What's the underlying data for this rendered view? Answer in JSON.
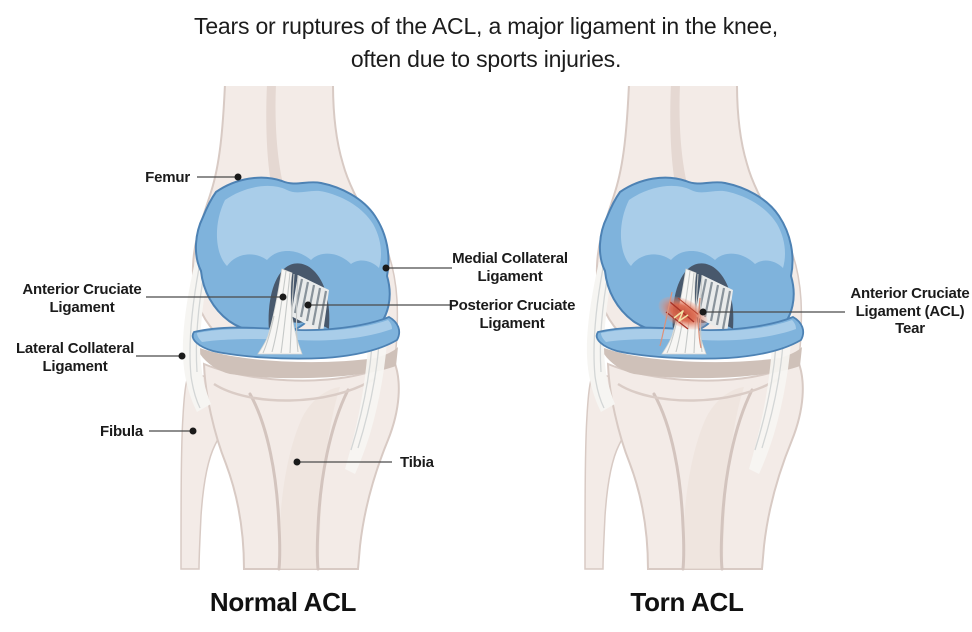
{
  "title": {
    "line1": "Tears or ruptures of the ACL, a major ligament in the knee,",
    "line2": "often due to sports injuries."
  },
  "annotations": {
    "left": {
      "femur": {
        "text": "Femur"
      },
      "acl": {
        "text": "Anterior Cruciate\nLigament"
      },
      "lcl": {
        "text": "Lateral Collateral\nLigament"
      },
      "fibula": {
        "text": "Fibula"
      },
      "mcl": {
        "text": "Medial Collateral\nLigament"
      },
      "pcl": {
        "text": "Posterior Cruciate\nLigament"
      },
      "tibia": {
        "text": "Tibia"
      }
    },
    "right": {
      "acl_tear": {
        "text": "Anterior Cruciate\nLigament (ACL)\nTear"
      }
    }
  },
  "captions": {
    "left": "Normal ACL",
    "right": "Torn ACL"
  },
  "colors": {
    "cartilage_blue": "#7FB3DC",
    "cartilage_light": "#A9CDE9",
    "cartilage_edge": "#4D82B4",
    "bone": "#F3EBE7",
    "bone_shadow": "#D8CAC4",
    "plateau_tan": "#CFC1B9",
    "notch_dark": "#48586C",
    "ligament_white": "#F7F6F4",
    "tear_red": "#C44A33",
    "leader_line": "#4A4A4A",
    "text": "#1b1b1b"
  }
}
